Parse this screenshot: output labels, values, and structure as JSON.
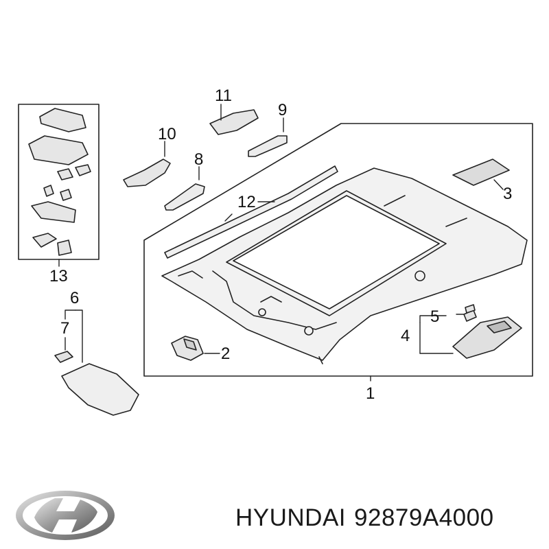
{
  "callouts": {
    "c1": "1",
    "c2": "2",
    "c3": "3",
    "c4": "4",
    "c5": "5",
    "c6": "6",
    "c7": "7",
    "c8": "8",
    "c9": "9",
    "c10": "10",
    "c11": "11",
    "c12": "12",
    "c13": "13"
  },
  "footer": {
    "brand": "HYUNDAI",
    "part_number": "92879A4000"
  },
  "logo": {
    "icon": "hyundai-logo-icon"
  }
}
